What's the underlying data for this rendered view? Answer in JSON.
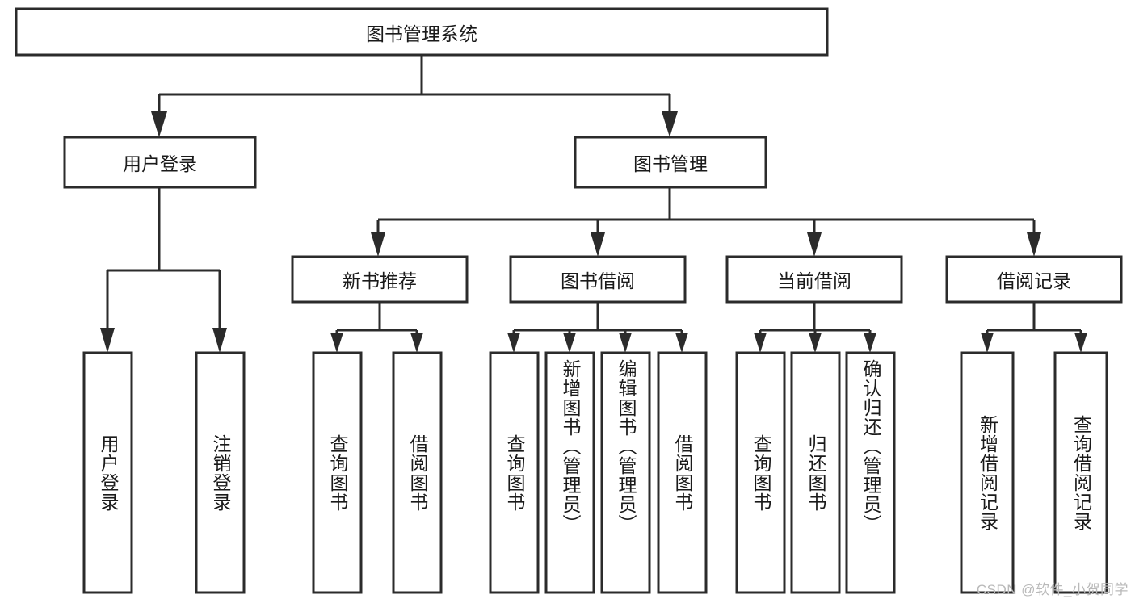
{
  "diagram": {
    "title": "图书管理系统",
    "type": "tree-hierarchy-chart",
    "colors": {
      "box_stroke": "#2b2b2b",
      "box_fill": "#ffffff",
      "connector": "#2b2b2b",
      "text": "#1a1a1a",
      "watermark": "#b9b9b9",
      "background": "#ffffff"
    },
    "root": {
      "label": "图书管理系统"
    },
    "level1": [
      {
        "label": "用户登录"
      },
      {
        "label": "图书管理"
      }
    ],
    "level2": [
      {
        "label": "新书推荐"
      },
      {
        "label": "图书借阅"
      },
      {
        "label": "当前借阅"
      },
      {
        "label": "借阅记录"
      }
    ],
    "leaves": {
      "user_login": [
        {
          "label": "用户登录"
        },
        {
          "label": "注销登录"
        }
      ],
      "new_book_recommend": [
        {
          "label": "查询图书"
        },
        {
          "label": "借阅图书"
        }
      ],
      "book_borrow": [
        {
          "label": "查询图书"
        },
        {
          "label": "新增图书（管理员）"
        },
        {
          "label": "编辑图书（管理员）"
        },
        {
          "label": "借阅图书"
        }
      ],
      "current_borrow": [
        {
          "label": "查询图书"
        },
        {
          "label": "归还图书"
        },
        {
          "label": "确认归还（管理员）"
        }
      ],
      "borrow_records": [
        {
          "label": "新增借阅记录"
        },
        {
          "label": "查询借阅记录"
        }
      ]
    },
    "watermark": "CSDN @软件_小贺同学"
  }
}
